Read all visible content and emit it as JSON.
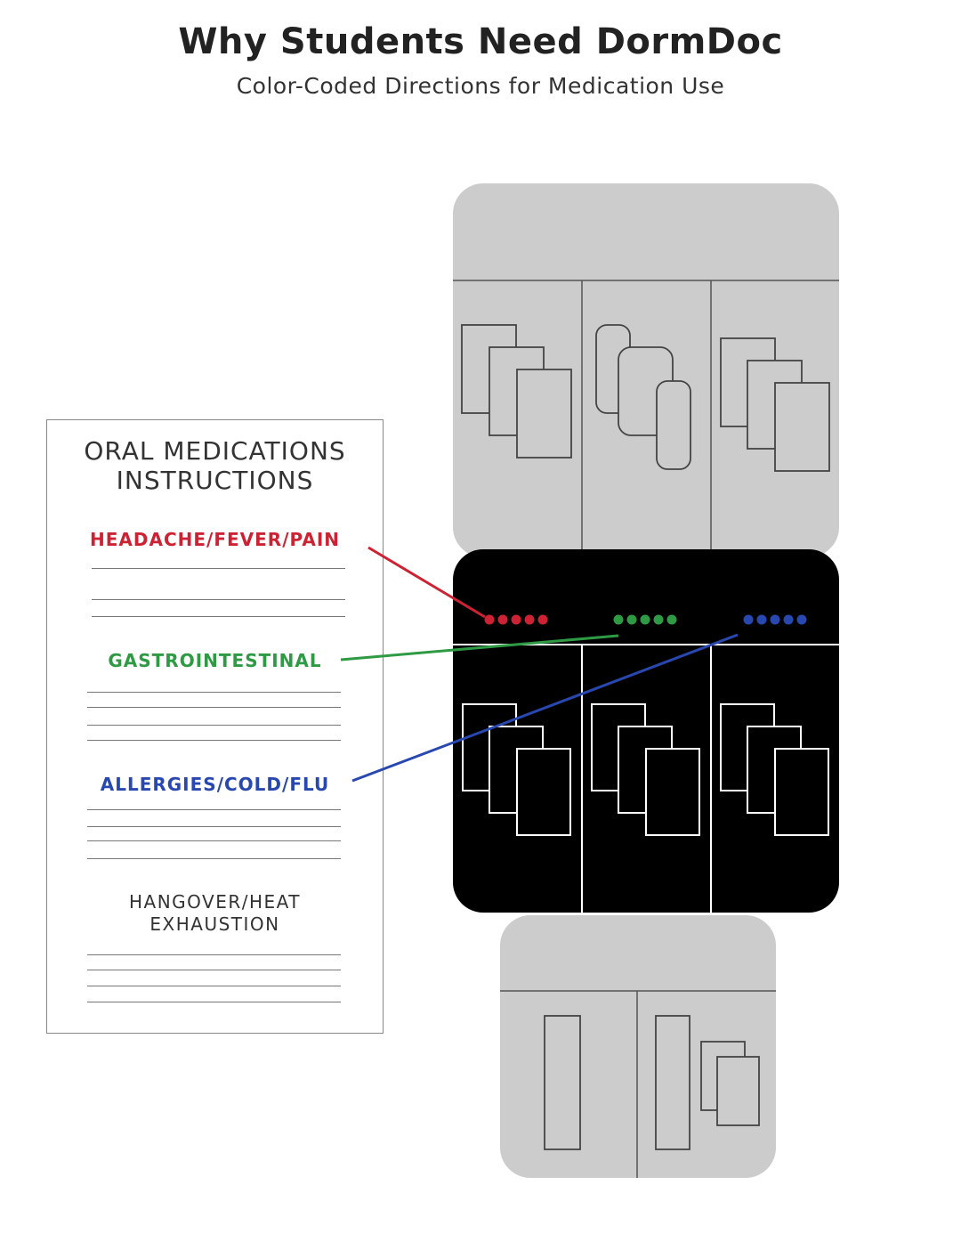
{
  "header": {
    "title": "Why Students Need DormDoc",
    "subtitle": "Color-Coded Directions for Medication Use"
  },
  "instructions_card": {
    "heading_line1": "ORAL MEDICATIONS",
    "heading_line2": "INSTRUCTIONS",
    "sections": [
      {
        "label": "HEADACHE/FEVER/PAIN",
        "color": "#cc2233"
      },
      {
        "label": "GASTROINTESTINAL",
        "color": "#2e9a44"
      },
      {
        "label": "ALLERGIES/COLD/FLU",
        "color": "#2848b0"
      },
      {
        "label_line1": "HANGOVER/HEAT",
        "label_line2": "EXHAUSTION",
        "color": "#333333"
      }
    ]
  },
  "kit": {
    "top_tray_color": "#cccccc",
    "middle_tray_color": "#000000",
    "bottom_tray_color": "#cccccc",
    "indicator_colors": [
      "#cc2233",
      "#2e9a44",
      "#2848b0"
    ]
  }
}
